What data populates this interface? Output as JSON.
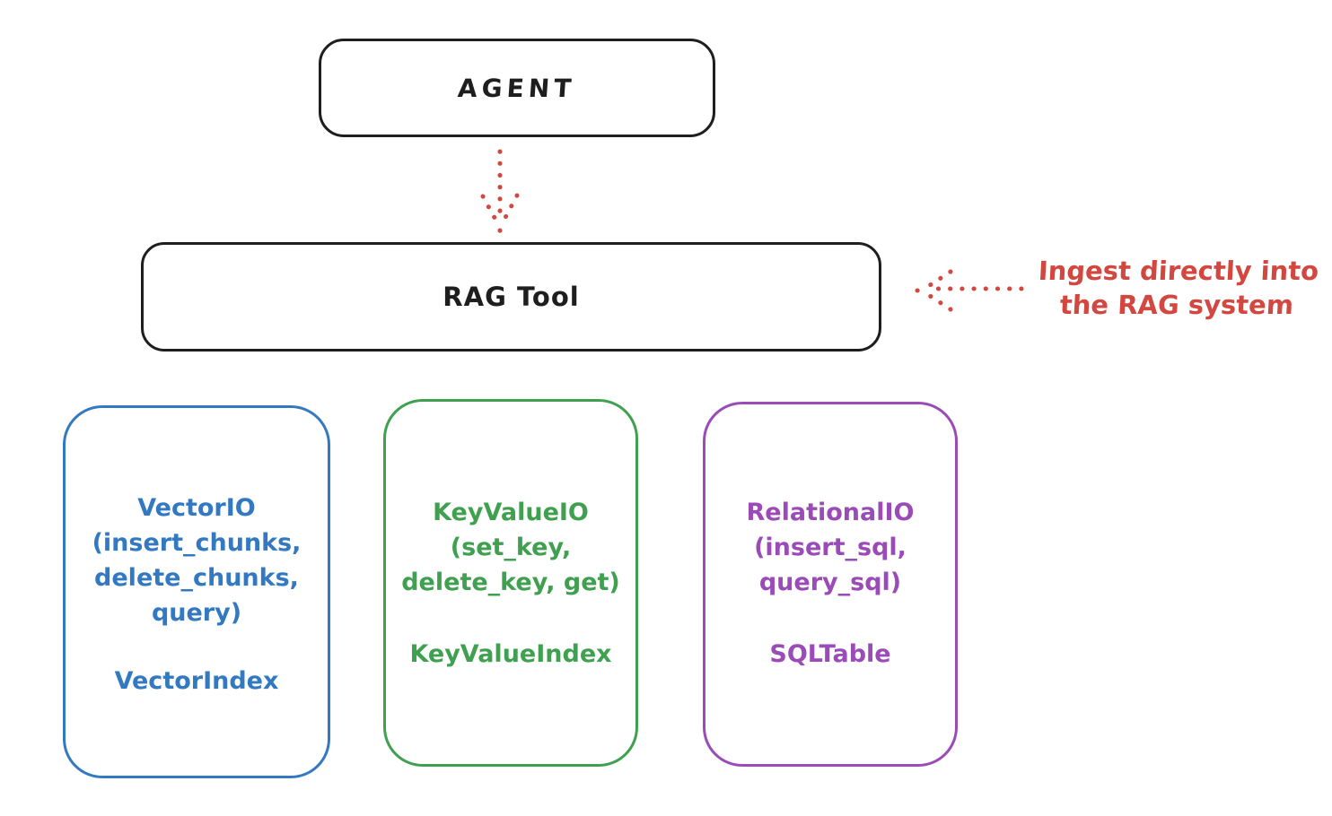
{
  "agent": {
    "label": "AGENT"
  },
  "rag_tool": {
    "label": "RAG Tool"
  },
  "annotation": {
    "line1": "Ingest directly into",
    "line2": "the RAG system"
  },
  "backends": {
    "vector": {
      "title_lines": [
        "VectorIO",
        "(insert_chunks,",
        "delete_chunks,",
        "query)"
      ],
      "index_label": "VectorIndex",
      "color": "#3379c2"
    },
    "keyvalue": {
      "title_lines": [
        "KeyValueIO",
        "(set_key,",
        "delete_key, get)"
      ],
      "index_label": "KeyValueIndex",
      "color": "#3fa04f"
    },
    "relational": {
      "title_lines": [
        "RelationalIO",
        "(insert_sql,",
        "query_sql)"
      ],
      "index_label": "SQLTable",
      "color": "#9b4bb8"
    }
  },
  "colors": {
    "stroke": "#1e1e1e",
    "annotation_red": "#d2473f",
    "background": "#ffffff"
  }
}
